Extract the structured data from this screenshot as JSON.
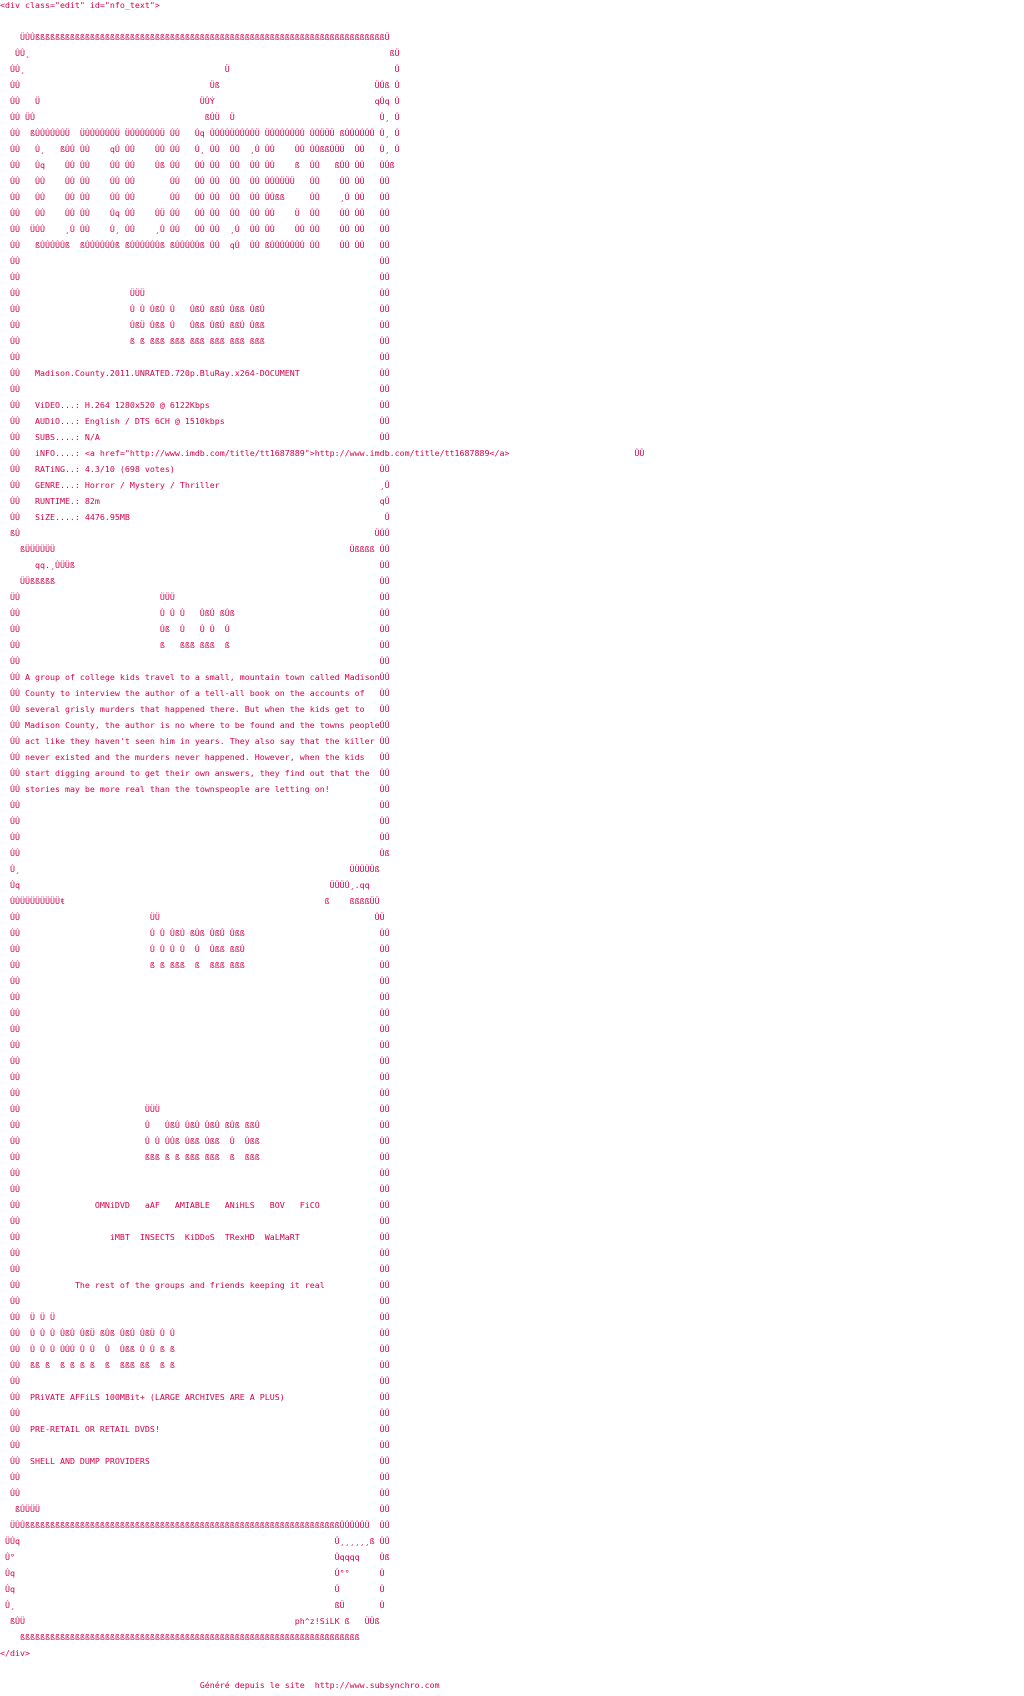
{
  "colors": {
    "text": "#d4004c",
    "background": "#ffffff"
  },
  "nfo": {
    "lines": [
      {
        "t": "<div class=\"edit\" id=\"nfo_text\">"
      },
      {},
      {
        "p": "    ÜÛÛßßßßßßßßßßßßßßßßßßßßßßßßßßßßßßßßßßßßßßßßßßßßßßßßßßßßßßßßßßßßßßßßßßßßßßÜ"
      },
      {
        "p": "   ÛÛ¸",
        "r": "  ßÜ"
      },
      {
        "p": "  ÛÛ¸                                        Ü",
        "r": "   Û"
      },
      {
        "p": "  ÛÛ                                      Üß                               ÜÛß Û"
      },
      {
        "p": "  ÛÛ   Ü                                ÜÛÝ                                qÛq Û"
      },
      {
        "p": "  ÛÛ ÜÛ                                  ßÛÜ  Ü                             Û¸ Û"
      },
      {
        "p": "  ÛÛ  ßÛÛÛÛÛÛÜ  ÜÛÛÛÛÛÛÜ ÜÛÛÛÛÛÛÜ ÛÛ   Ûq ÛÛÛÛÜÛÛÛÛÜ ÜÛÛÛÛÛÛÛ ÛÛÜÜÜ ßÛÛÛÛÛÛ Û¸ Û"
      },
      {
        "p": "  ÛÛ   Û¸   ßÛÛ ÛÛ    qÛ ÛÛ    ÛÛ ÛÛ   Û¸ ÛÛ  ÛÛ  ¸Û ÛÛ    ÛÛ ÛÛßßÛÜÜ  ÛÛ   Û¸ Û"
      },
      {
        "p": "  ÛÛ   Ûq    ÛÛ ÛÛ    ÛÛ ÛÛ    Ûß ÛÛ   ÛÛ ÛÛ  ÛÛ  ÛÛ ÛÛ    ß  ÛÛ   ßÛÛ ÛÛ   ÛÛß"
      },
      {
        "p": "  ÛÛ   ÛÛ    ÛÛ ÛÛ    ÛÛ ÛÛ       ÛÛ   ÛÛ ÛÛ  ÛÛ  ÛÛ ÛÛÛÜÜÜ   ÛÛ    ÛÛ ÛÛ   ÛÛ"
      },
      {
        "p": "  ÛÛ   ÛÛ    ÛÛ ÛÛ    ÛÛ ÛÛ       ÛÛ   ÛÛ ÛÛ  ÛÛ  ÛÛ ÛÛßß     ÛÛ    ¸Û ÛÛ   ÛÛ"
      },
      {
        "p": "  ÛÛ   ÛÛ    ÛÛ ÛÛ    Ûq ÛÛ    ÛÜ ÛÛ   ÛÛ ÛÛ  ÛÛ  ÛÛ ÛÛ    Ü  ÛÛ    ÛÛ ÛÛ   ÛÛ"
      },
      {
        "p": "  ÛÛ  ÜÛÛ    ¸Û ÛÛ    Û¸ ÛÛ    ¸Û ÛÛ   ÛÛ ÛÛ  ¸Û  ÛÛ ÛÛ    ÛÛ ÛÛ    ÛÛ ÛÛ   ÛÛ"
      },
      {
        "p": "  ÛÛ   ßÛÛÛÛÛß  ßÛÛÛÛÛÛß ßÛÛÛÛÛÛß ßÛÛÛÛÛß ÛÛ  qÛ  ÛÛ ßÛÛÛÛÛÛÛ ÛÛ    ÛÛ ÛÛ   ÛÛ"
      },
      {
        "p": "  ÛÛ",
        "r": "ÛÛ"
      },
      {
        "p": "  ÛÛ",
        "r": "ÛÛ"
      },
      {
        "p": "  ÛÛ                      ÜÜÜ",
        "r": "ÛÛ"
      },
      {
        "p": "  ÛÛ                      Û Û ÛßÛ Û   ÛßÛ ßßÛ Ûßß ÛßÛ",
        "r": "ÛÛ"
      },
      {
        "p": "  ÛÛ                      ÛßÜ Ûßß Û   Ûßß ÛßÛ ßßÛ Ûßß",
        "r": "ÛÛ"
      },
      {
        "p": "  ÛÛ                      ß ß ßßß ßßß ßßß ßßß ßßß ßßß",
        "r": "ÛÛ"
      },
      {
        "p": "  ÛÛ",
        "r": "ÛÛ"
      },
      {
        "p": "  ÛÛ   ",
        "t": "Madison.County.2011.UNRATED.720p.BluRay.x264-DOCUMENT",
        "r": "ÛÛ"
      },
      {
        "p": "  ÛÛ",
        "r": "ÛÛ"
      },
      {
        "p": "  ÛÛ   ",
        "t": "ViDEO...: H.264 1280x520 @ 6122Kbps",
        "r": "ÛÛ"
      },
      {
        "p": "  ÛÛ   ",
        "t": "AUDiO...: English / DTS 6CH @ 1510kbps",
        "r": "ÛÛ"
      },
      {
        "p": "  ÛÛ   ",
        "t": "SUBS....: N/A",
        "r": "ÛÛ"
      },
      {
        "p": "  ÛÛ   ",
        "t": "iNFO....: <a href=\"http://www.imdb.com/title/tt1687889\">http://www.imdb.com/title/tt1687889</a>",
        "r": "                         ÛÛ"
      },
      {
        "p": "  ÛÛ   ",
        "t": "RATiNG..: 4.3/10 (698 votes)",
        "r": "ÛÛ"
      },
      {
        "p": "  ÛÛ   ",
        "t": "GENRE...: Horror / Mystery / Thriller",
        "r": "¸Û"
      },
      {
        "p": "  ÛÛ   ",
        "t": "RUNTIME.: 82m",
        "r": "qÛ"
      },
      {
        "p": "  ÛÛ   ",
        "t": "SiZE....: 4476.95MB",
        "r": " Û"
      },
      {
        "p": "  ßÛ                                                                       ÜÛÛ"
      },
      {
        "p": "    ßÜÜÜÜÜÜ                                                           Üßßßß ÛÛ"
      },
      {
        "p": "       qq.¸ÛÜÜß",
        "r": "ÛÛ"
      },
      {
        "p": "    ÜÜßßßßß",
        "r": "ÛÛ"
      },
      {
        "p": "  ÜÛ                            ÜÜÜ",
        "r": "ÛÛ"
      },
      {
        "p": "  ÛÛ                            Û Û Û   ÛßÛ ßÛß",
        "r": "ÛÛ"
      },
      {
        "p": "  ÛÛ                            Ûß  Û   Û Û  Û",
        "r": "ÛÛ"
      },
      {
        "p": "  ÛÛ                            ß   ßßß ßßß  ß",
        "r": "ÛÛ"
      },
      {
        "p": "  ÛÛ",
        "r": "ÛÛ"
      },
      {
        "p": "  ÛÛ ",
        "t": "A group of college kids travel to a small, mountain town called Madison",
        "r": "ÛÛ"
      },
      {
        "p": "  ÛÛ ",
        "t": "County to interview the author of a tell-all book on the accounts of",
        "r": "ÛÛ"
      },
      {
        "p": "  ÛÛ ",
        "t": "several grisly murders that happened there. But when the kids get to",
        "r": "ÛÛ"
      },
      {
        "p": "  ÛÛ ",
        "t": "Madison County, the author is no where to be found and the towns people",
        "r": "ÛÛ"
      },
      {
        "p": "  ÛÛ ",
        "t": "act like they haven't seen him in years. They also say that the killer",
        "r": "ÛÛ"
      },
      {
        "p": "  ÛÛ ",
        "t": "never existed and the murders never happened. However, when the kids",
        "r": "ÛÛ"
      },
      {
        "p": "  ÛÛ ",
        "t": "start digging around to get their own answers, they find out that the",
        "r": "ÛÛ"
      },
      {
        "p": "  ÛÛ ",
        "t": "stories may be more real than the townspeople are letting on!",
        "r": "ÛÛ"
      },
      {
        "p": "  ÛÛ",
        "r": "ÛÛ"
      },
      {
        "p": "  ÛÛ",
        "r": "ÛÛ"
      },
      {
        "p": "  ÛÛ",
        "r": "ÛÛ"
      },
      {
        "p": "  ÛÛ",
        "r": "Ûß"
      },
      {
        "p": "  Û¸                                                                  ÜÜÜÜÜß"
      },
      {
        "p": "  Ûq                                                              ÜÜÜÛ¸.qq"
      },
      {
        "p": "  ÛÛÜÜÜÜÜÜÜÜŧ                                                    ß    ßßßßÜÜ"
      },
      {
        "p": "  ÛÛ                          ÜÜ                                           ÛÜ"
      },
      {
        "p": "  ÛÛ                          Û Û ÛßÛ ßÛß ÛßÛ Ûßß",
        "r": "ÛÛ"
      },
      {
        "p": "  ÛÛ                          Û Û Û Û  Û  Ûßß ßßÛ",
        "r": "ÛÛ"
      },
      {
        "p": "  ÛÛ                          ß ß ßßß  ß  ßßß ßßß",
        "r": "ÛÛ"
      },
      {
        "p": "  ÛÛ",
        "r": "ÛÛ"
      },
      {
        "p": "  ÛÛ",
        "r": "ÛÛ"
      },
      {
        "p": "  ÛÛ",
        "r": "ÛÛ"
      },
      {
        "p": "  ÛÛ",
        "r": "ÛÛ"
      },
      {
        "p": "  ÛÛ",
        "r": "ÛÛ"
      },
      {
        "p": "  ÛÛ",
        "r": "ÛÛ"
      },
      {
        "p": "  ÛÛ",
        "r": "ÛÛ"
      },
      {
        "p": "  ÛÛ",
        "r": "ÛÛ"
      },
      {
        "p": "  ÛÛ                         ÜÜÜ",
        "r": "ÛÛ"
      },
      {
        "p": "  ÛÛ                         Û   ÛßÛ ÛßÛ ÛßÛ ßÛß ßßÛ",
        "r": "ÛÛ"
      },
      {
        "p": "  ÛÛ                         Û Û ÛÛß Ûßß Ûßß  Û  Ûßß",
        "r": "ÛÛ"
      },
      {
        "p": "  ÛÛ                         ßßß ß ß ßßß ßßß  ß  ßßß",
        "r": "ÛÛ"
      },
      {
        "p": "  ÛÛ",
        "r": "ÛÛ"
      },
      {
        "p": "  ÛÛ",
        "r": "ÛÛ"
      },
      {
        "p": "  ÛÛ               ",
        "t": "OMNiDVD   aAF   AMIABLE   ANiHLS   BOV   FiCO",
        "r": "ÛÛ"
      },
      {
        "p": "  ÛÛ",
        "r": "ÛÛ"
      },
      {
        "p": "  ÛÛ                  ",
        "t": "iMBT  INSECTS  KiDDoS  TRexHD  WaLMaRT",
        "r": "ÛÛ"
      },
      {
        "p": "  ÛÛ",
        "r": "ÛÛ"
      },
      {
        "p": "  ÛÛ",
        "r": "ÛÛ"
      },
      {
        "p": "  ÛÛ           ",
        "t": "The rest of the groups and friends keeping it real",
        "r": "ÛÛ"
      },
      {
        "p": "  ÛÛ",
        "r": "ÛÛ"
      },
      {
        "p": "  ÛÛ  Ü Ü Ü",
        "r": "ÛÛ"
      },
      {
        "p": "  ÛÛ  Û Û Û ÛßÛ ÛßÜ ßÛß ÛßÛ ÛßÜ Û Û",
        "r": "ÛÛ"
      },
      {
        "p": "  ÛÛ  Û Û Û ÛÛÛ Û Û  Û  Ûßß Û Û ß ß",
        "r": "ÛÛ"
      },
      {
        "p": "  ÛÛ  ßß ß  ß ß ß ß  ß  ßßß ßß  ß ß",
        "r": "ÛÛ"
      },
      {
        "p": "  ÛÛ",
        "r": "ÛÛ"
      },
      {
        "p": "  ÛÛ  ",
        "t": "PRiVATE AFFiLS 100MBit+ (LARGE ARCHIVES ARE A PLUS)",
        "r": "ÛÛ"
      },
      {
        "p": "  ÛÛ",
        "r": "ÛÛ"
      },
      {
        "p": "  ÛÛ  ",
        "t": "PRE-RETAIL OR RETAIL DVDS!",
        "r": "ÛÛ"
      },
      {
        "p": "  ÛÛ",
        "r": "ÛÛ"
      },
      {
        "p": "  ÛÛ  ",
        "t": "SHELL AND DUMP PROVIDERS",
        "r": "ÛÛ"
      },
      {
        "p": "  ÛÛ",
        "r": "ÛÛ"
      },
      {
        "p": "  ÛÛ",
        "r": "ÛÛ"
      },
      {
        "p": "   ßÛÜÜÜ",
        "r": "ÛÛ"
      },
      {
        "p": "  ÜÛÛßßßßßßßßßßßßßßßßßßßßßßßßßßßßßßßßßßßßßßßßßßßßßßßßßßßßßßßßßßßßßßßÛÛÛÛÛÜ",
        "r": "ÛÛ"
      },
      {
        "p": " ÜÛq                                                               Û¸¸¸¸¸¸ß",
        "r": "ÛÛ"
      },
      {
        "p": " Û°                                                                Ûqqqq",
        "r": "Ûß"
      },
      {
        "p": " Ûq                                                                Û°°",
        "r": "Û"
      },
      {
        "p": " Ûq                                                                Û",
        "r": "Û"
      },
      {
        "p": " Û¸                                                                ßÜ",
        "r": "Û"
      },
      {
        "p": "  ßÛÜ                                                      ",
        "t": "ph^z!SiLK",
        "a": " ß   ÜÜß"
      },
      {
        "p": "    ßßßßßßßßßßßßßßßßßßßßßßßßßßßßßßßßßßßßßßßßßßßßßßßßßßßßßßßßßßßßßßßßßßßß"
      },
      {
        "t": "</div>"
      },
      {},
      {
        "p": "                                        ",
        "t": "Généré depuis le site  http://www.subsynchro.com"
      }
    ]
  }
}
